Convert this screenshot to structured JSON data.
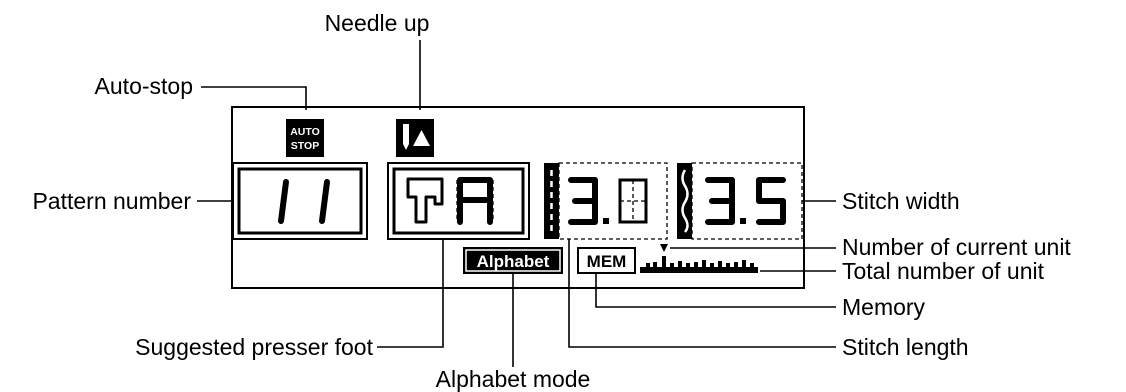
{
  "labels": {
    "needle_up": "Needle up",
    "auto_stop": "Auto-stop",
    "pattern_number": "Pattern number",
    "stitch_width": "Stitch width",
    "current_unit": "Number of current unit",
    "total_unit": "Total number of unit",
    "memory": "Memory",
    "stitch_length": "Stitch length",
    "presser_foot": "Suggested presser foot",
    "alphabet_mode": "Alphabet mode"
  },
  "display": {
    "auto_stop_badge": [
      "AUTO",
      "STOP"
    ],
    "pattern_number": "11",
    "presser_foot_letter": "A",
    "stitch_length": "3.0",
    "stitch_width": "3.5",
    "alphabet_badge": "Alphabet",
    "mem_badge": "MEM"
  },
  "colors": {
    "ink": "#000000",
    "background": "#ffffff"
  }
}
